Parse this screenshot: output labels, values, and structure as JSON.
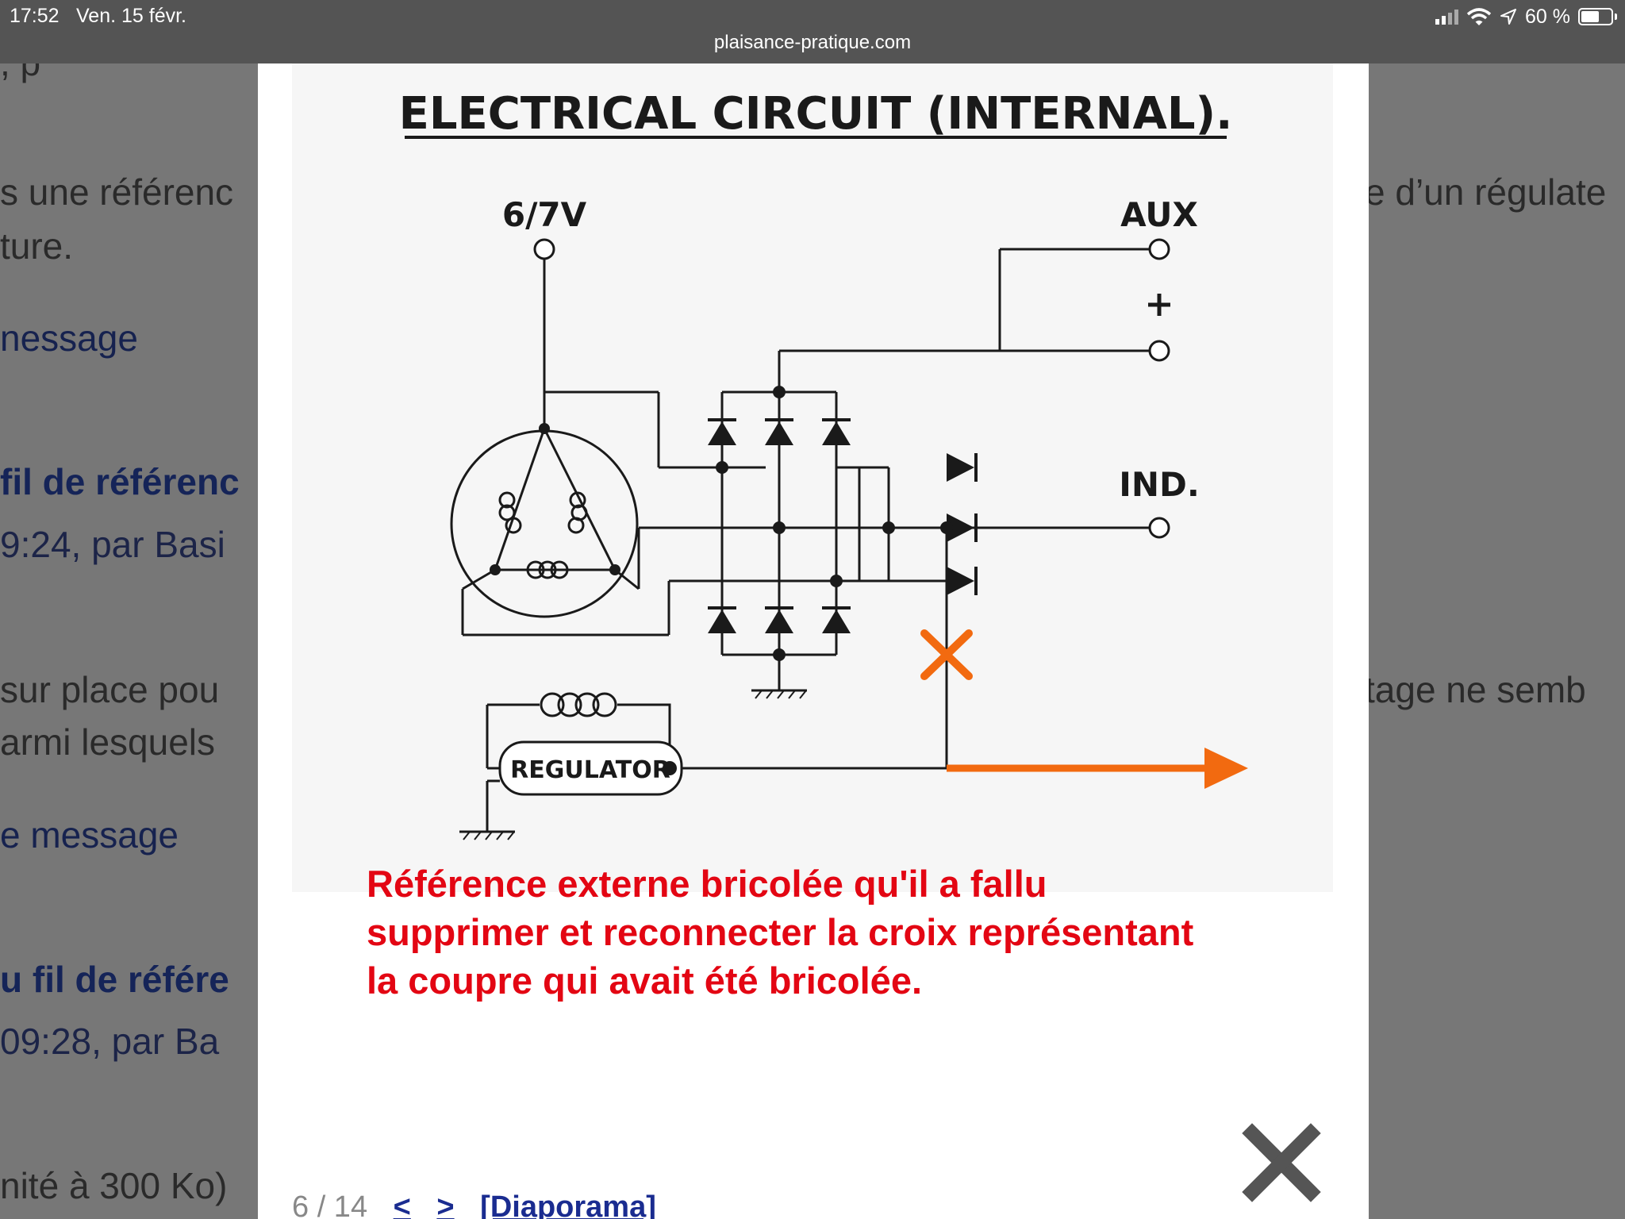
{
  "status_bar": {
    "time": "17:52",
    "date": "Ven. 15 févr.",
    "url": "plaisance-pratique.com",
    "battery": "60 %",
    "battery_level": 0.6
  },
  "background_page": {
    "left_lines": [
      "s une référenc",
      "ture.",
      "nessage",
      "fil de référenc",
      "9:24, par Basi",
      "sur place pou",
      "armi lesquels",
      "e message",
      "u fil de référe",
      " 09:28, par Ba",
      "nité à 300 Ko)"
    ],
    "right_lines": [
      "e d’un régulate",
      "tage ne semb"
    ]
  },
  "lightbox": {
    "diagram": {
      "title": "ELECTRICAL CIRCUIT (INTERNAL).",
      "label_supply": "6/7V",
      "label_aux": "AUX",
      "label_plus": "+",
      "label_ind": "IND.",
      "label_regulator": "REGULATOR",
      "accent_color": "#f26a10"
    },
    "caption": "Référence externe bricolée qu'il a fallu\nsupprimer et reconnecter la croix représentant\nla coupre qui avait été bricolée.",
    "pager": {
      "counter": "6 / 14",
      "prev": "<",
      "next": ">",
      "slideshow": "[Diaporama]"
    },
    "close_icon": "close-icon"
  }
}
